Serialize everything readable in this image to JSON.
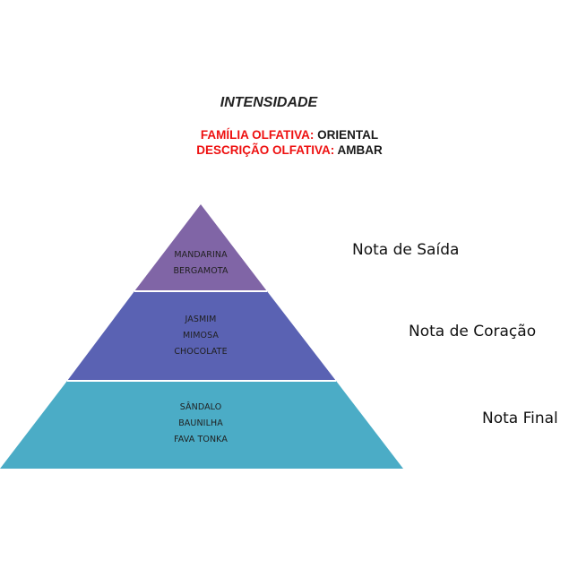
{
  "title": "INTENSIDADE",
  "familia": {
    "label": "FAMÍLIA OLFATIVA:",
    "value": "ORIENTAL"
  },
  "descricao": {
    "label": "DESCRIÇÃO OLFATIVA:",
    "value": "AMBAR"
  },
  "colors": {
    "label_red": "#ee1111",
    "top": "#8065a6",
    "middle": "#5a62b3",
    "bottom": "#4bacc6"
  },
  "pyramid": {
    "top": {
      "items": [
        "MANDARINA",
        "BERGAMOTA"
      ],
      "note": "Nota de Saída"
    },
    "middle": {
      "items": [
        "JASMIM",
        "MIMOSA",
        "CHOCOLATE"
      ],
      "note": "Nota de Coração"
    },
    "bottom": {
      "items": [
        "SÂNDALO",
        "BAUNILHA",
        "FAVA TONKA"
      ],
      "note": "Nota Final"
    }
  }
}
